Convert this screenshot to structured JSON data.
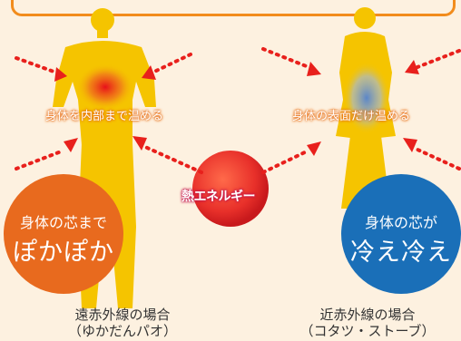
{
  "labels": {
    "far_infrared_effect": "身体を内部まで温める",
    "near_infrared_effect": "身体の表面だけ温める",
    "heat_energy": "熱エネルギー"
  },
  "circles": {
    "left": {
      "line1": "身体の芯まで",
      "line2": "ぽかぽか",
      "color": "#e86a1e"
    },
    "right": {
      "line1": "身体の芯が",
      "line2": "冷え冷え",
      "color": "#1a6fb8"
    }
  },
  "captions": {
    "left": {
      "line1": "遠赤外線の場合",
      "line2": "（ゆかだんパオ）"
    },
    "right": {
      "line1": "近赤外線の場合",
      "line2": "（コタツ・ストーブ）"
    }
  },
  "colors": {
    "background": "#fdf1e0",
    "figure_yellow": "#f5c400",
    "arrow_red": "#e8201c",
    "heat_ball": "#e83a2c",
    "banner_border": "#f28c1c"
  }
}
